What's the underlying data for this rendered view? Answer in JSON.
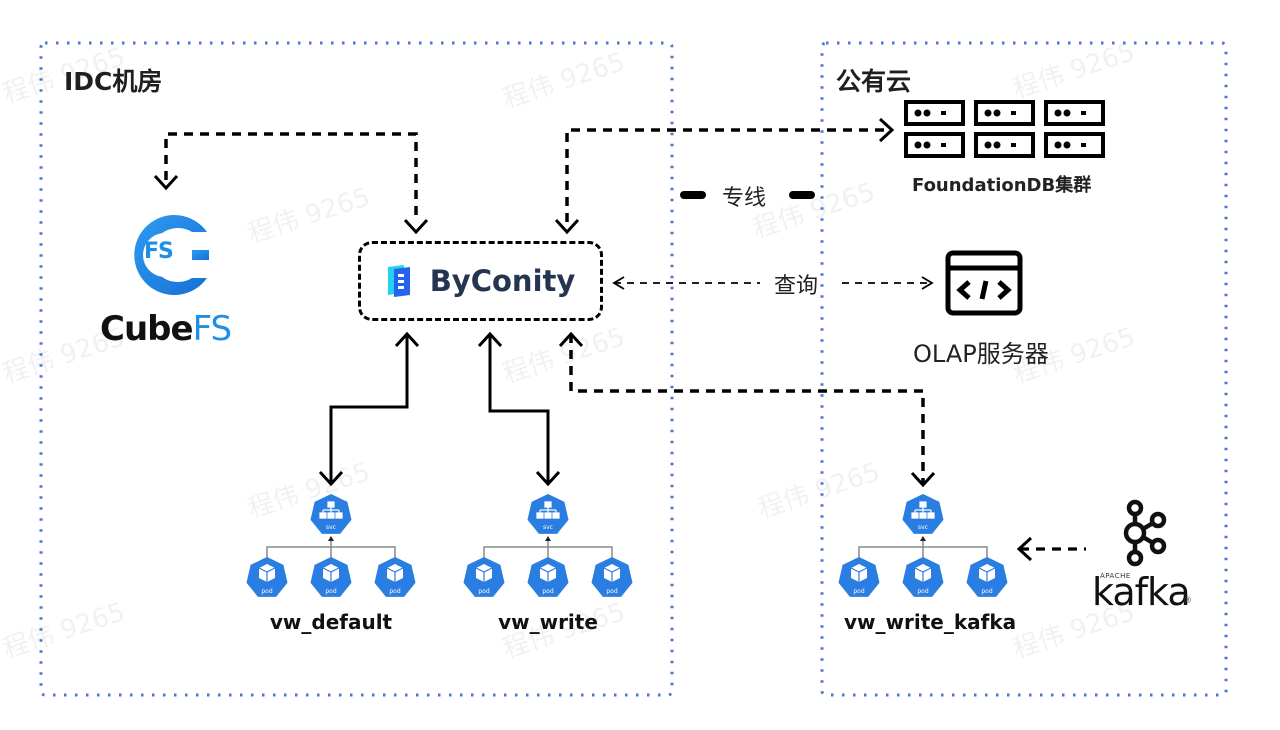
{
  "regions": {
    "idc": {
      "title": "IDC机房"
    },
    "cloud": {
      "title": "公有云"
    }
  },
  "nodes": {
    "cubefs": {
      "logo_text": "FS",
      "name_part1": "Cube",
      "name_part2": "FS"
    },
    "byconity": {
      "name": "ByConity"
    },
    "foundationdb": {
      "label": "FoundationDB集群"
    },
    "olap": {
      "label": "OLAP服务器",
      "icon_glyph": "</>"
    },
    "kafka": {
      "apache": "APACHE",
      "name": "kafka",
      "reg": "®"
    }
  },
  "links": {
    "dedicated_line": "专线",
    "query": "查询"
  },
  "clusters": [
    {
      "name": "vw_default",
      "svc_label": "svc",
      "pods": [
        "pod",
        "pod",
        "pod"
      ]
    },
    {
      "name": "vw_write",
      "svc_label": "svc",
      "pods": [
        "pod",
        "pod",
        "pod"
      ]
    },
    {
      "name": "vw_write_kafka",
      "svc_label": "svc",
      "pods": [
        "pod",
        "pod",
        "pod"
      ]
    }
  ],
  "watermark": "程伟 9265",
  "colors": {
    "region_border": "#4a78d0",
    "k8s_blue": "#2a7de1",
    "cubefs_blue": "#1f8fe6",
    "byconity_text": "#253551",
    "line": "#000000"
  }
}
